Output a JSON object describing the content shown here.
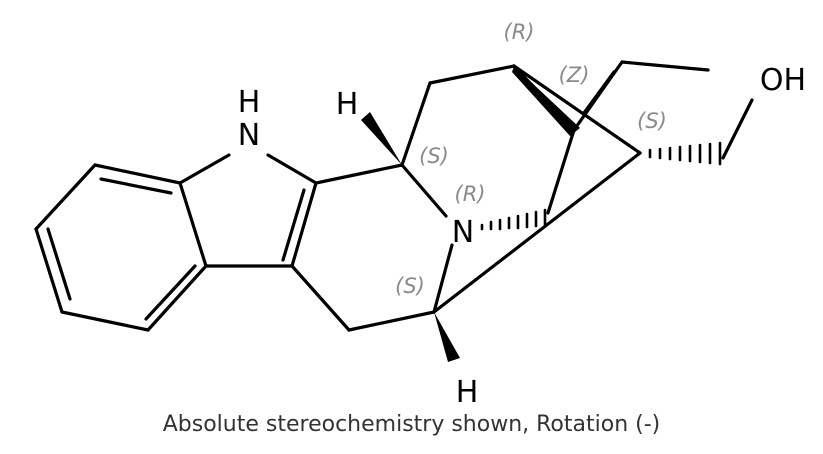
{
  "atoms": {
    "nh_n": "N",
    "nh_h": "H",
    "n_bridge": "N",
    "h_top": "H",
    "h_bottom": "H",
    "oh": "OH"
  },
  "stereo_labels": {
    "c_top": "(R)",
    "alkene": "(Z)",
    "c_right": "(S)",
    "c_upper_left": "(S)",
    "n_center": "(R)",
    "c_lower": "(S)"
  },
  "caption": "Absolute stereochemistry shown, Rotation (-)"
}
